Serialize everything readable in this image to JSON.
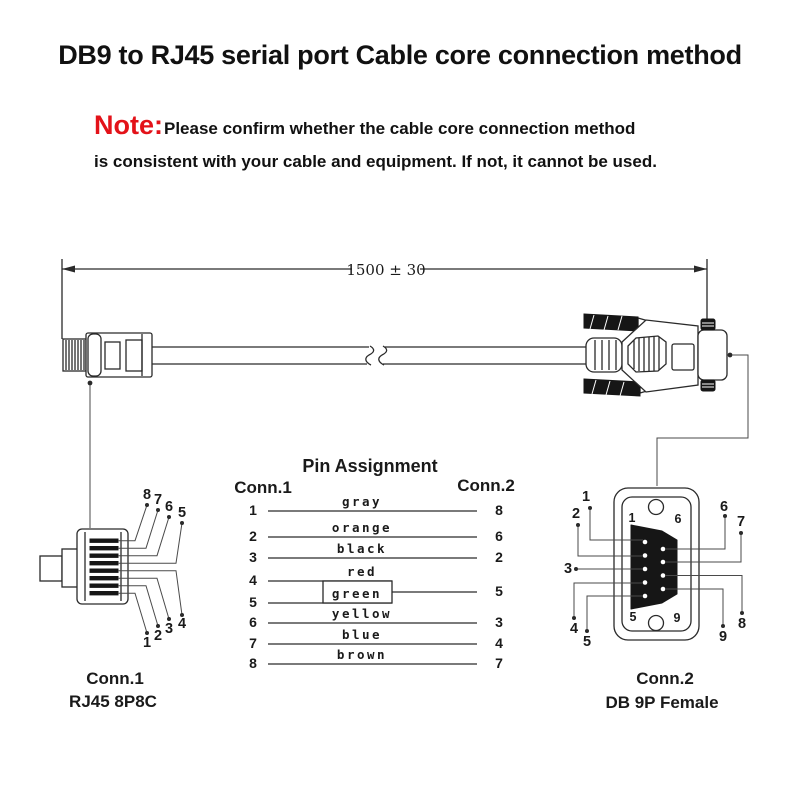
{
  "title": "DB9 to RJ45 serial port Cable core connection method",
  "note": {
    "label": "Note:",
    "line1": "Please confirm whether the cable core connection method",
    "line2": "is consistent with your cable and equipment. If not, it cannot be used."
  },
  "colors": {
    "note_red": "#e31219",
    "ink": "#1a1a1a",
    "background": "#ffffff"
  },
  "cable_drawing": {
    "dimension_label": "1500 ± 30"
  },
  "pin_table": {
    "title": "Pin Assignment",
    "left_header": "Conn.1",
    "right_header": "Conn.2",
    "rows": [
      {
        "left": "1",
        "color": "gray",
        "right": "8"
      },
      {
        "left": "2",
        "color": "orange",
        "right": "6"
      },
      {
        "left": "3",
        "color": "black",
        "right": "2"
      },
      {
        "left": "4",
        "color": "red",
        "right": ""
      },
      {
        "left": "5",
        "color": "green",
        "right": "5"
      },
      {
        "left": "6",
        "color": "yellow",
        "right": "3"
      },
      {
        "left": "7",
        "color": "blue",
        "right": "4"
      },
      {
        "left": "8",
        "color": "brown",
        "right": "7"
      }
    ]
  },
  "rj45_view": {
    "caption_line1": "Conn.1",
    "caption_line2": "RJ45 8P8C",
    "top_pin_labels": [
      "8",
      "7",
      "6",
      "5"
    ],
    "bottom_pin_labels": [
      "1",
      "2",
      "3",
      "4"
    ]
  },
  "db9_view": {
    "caption_line1": "Conn.2",
    "caption_line2": "DB 9P Female",
    "left_pin_labels": [
      "1",
      "2",
      "3",
      "4",
      "5"
    ],
    "right_pin_labels": [
      "6",
      "7",
      "8",
      "9"
    ],
    "corner_pin_labels": {
      "top_left": "1",
      "top_right": "6",
      "bottom_left": "5",
      "bottom_right": "9"
    }
  }
}
